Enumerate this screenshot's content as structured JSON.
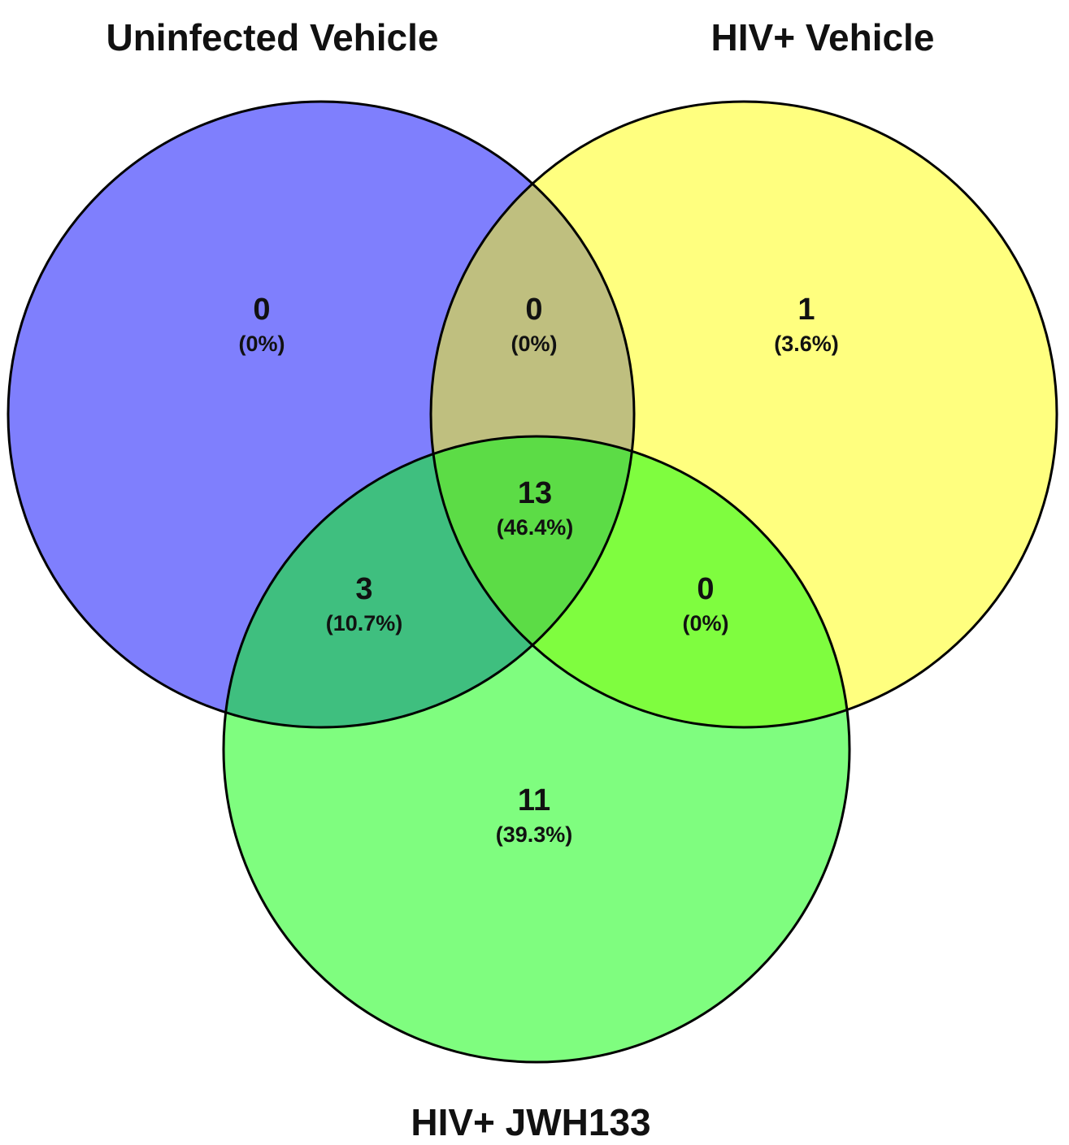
{
  "sets": [
    {
      "id": "uninfected",
      "label": "Uninfected Vehicle",
      "color": "#7f7ffd"
    },
    {
      "id": "hiv_vehicle",
      "label": "HIV+ Vehicle",
      "color": "#ffff7f"
    },
    {
      "id": "hiv_jwh133",
      "label": "HIV+ JWH133",
      "color": "#7ffd7f"
    }
  ],
  "region_colors": {
    "uninfected_hiv_vehicle": "#bfbf7f",
    "uninfected_hiv_jwh133": "#3fbf7f",
    "hiv_vehicle_hiv_jwh133": "#7ffd3f",
    "all": "#5cdc46"
  },
  "stroke_color": "#000000",
  "regions": {
    "uninfected_only": {
      "count": "0",
      "percent": "(0%)"
    },
    "hiv_vehicle_only": {
      "count": "1",
      "percent": "(3.6%)"
    },
    "hiv_jwh133_only": {
      "count": "11",
      "percent": "(39.3%)"
    },
    "uninfected_hiv_vehicle": {
      "count": "0",
      "percent": "(0%)"
    },
    "uninfected_hiv_jwh133": {
      "count": "3",
      "percent": "(10.7%)"
    },
    "hiv_vehicle_hiv_jwh133": {
      "count": "0",
      "percent": "(0%)"
    },
    "all": {
      "count": "13",
      "percent": "(46.4%)"
    }
  }
}
